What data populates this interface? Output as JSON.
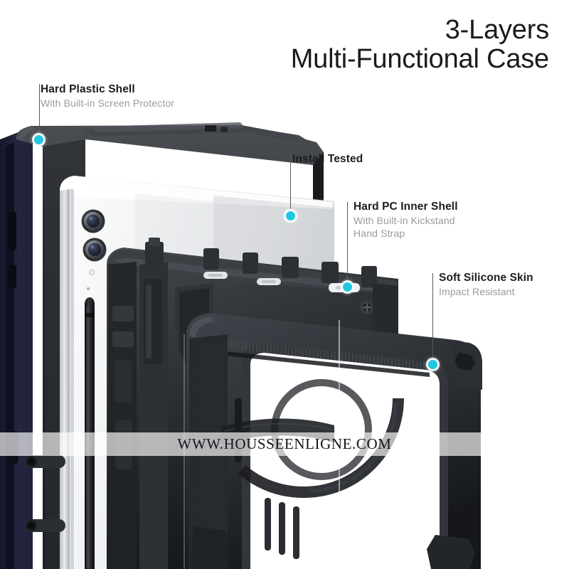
{
  "title": {
    "line1": "3-Layers",
    "line2": "Multi-Functional Case"
  },
  "callouts": [
    {
      "id": "hard-plastic-shell",
      "title": "Hard Plastic Shell",
      "sub1": "With Built-in Screen Protector",
      "sub2": ""
    },
    {
      "id": "install-tested",
      "title": "Install Tested",
      "sub1": "",
      "sub2": ""
    },
    {
      "id": "hard-pc-inner-shell",
      "title": "Hard PC Inner Shell",
      "sub1": "With Built-in Kickstand",
      "sub2": "Hand Strap"
    },
    {
      "id": "soft-silicone-skin",
      "title": "Soft Silicone Skin",
      "sub1": "Impact Resistant",
      "sub2": ""
    }
  ],
  "watermark": {
    "text": "WWW.HOUSSEENLIGNE.COM"
  },
  "colors": {
    "marker_dot": "#20c9e0",
    "title_text": "#1b1b1b",
    "callout_title": "#1d1d1d",
    "callout_sub": "#9b9b9b",
    "leader_line": "#555a5f",
    "background": "#ffffff",
    "case_black": "#2b2d30",
    "tablet_silver": "#e8eaec",
    "shell_navy": "#1d2033"
  },
  "product": {
    "layers": [
      "Hard Plastic Shell with built-in screen protector",
      "Hard PC Inner Shell with kickstand and hand strap",
      "Soft Silicone Skin"
    ],
    "device": "tablet with dual rear cameras and stylus pen"
  }
}
